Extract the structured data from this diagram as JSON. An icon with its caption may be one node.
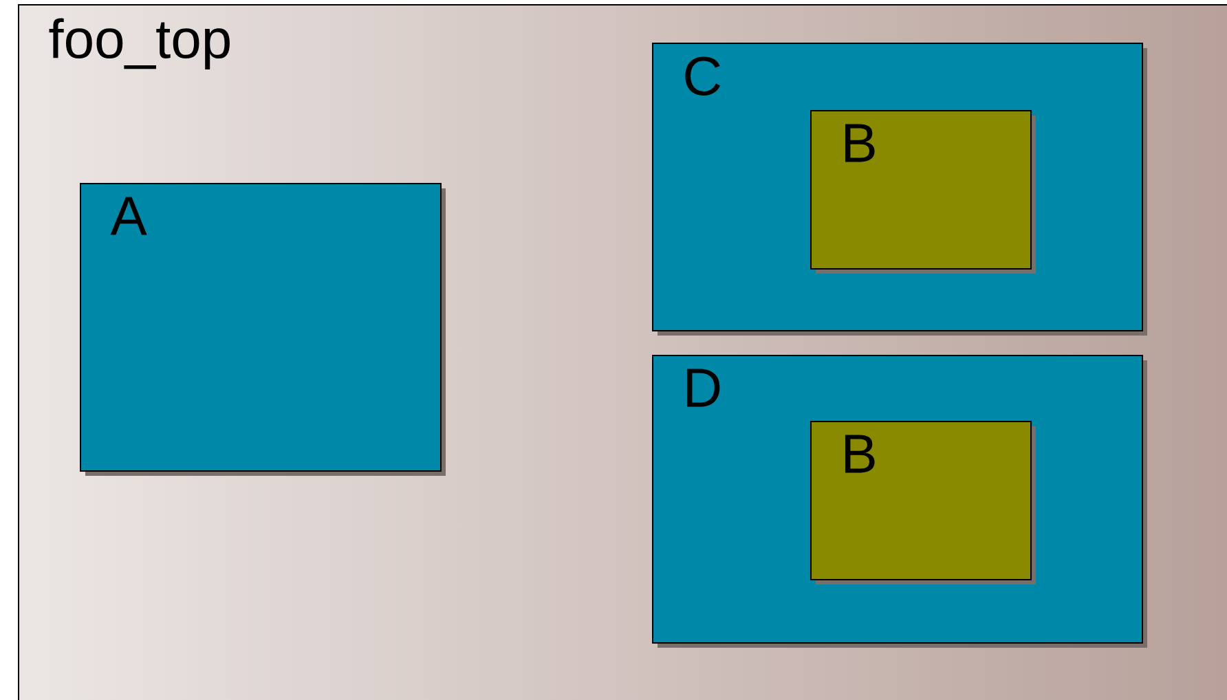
{
  "diagram": {
    "nodes": [
      {
        "text": [
          "foo_top"
        ]
      },
      {
        "text": [
          "A"
        ],
        "in": 0
      },
      {
        "text": [
          "C"
        ],
        "in": 0
      },
      {
        "text": [
          "B"
        ],
        "in": 2
      },
      {
        "text": [
          "D"
        ],
        "in": 0
      },
      {
        "text": [
          "B"
        ],
        "in": 4
      }
    ]
  }
}
